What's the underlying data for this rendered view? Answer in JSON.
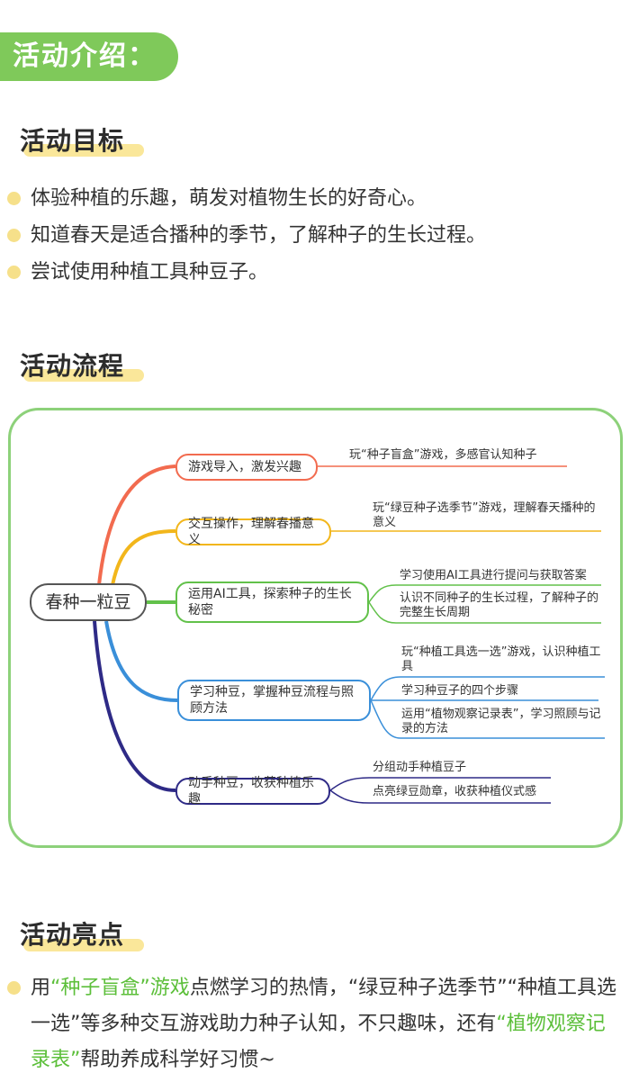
{
  "intro_tag": "活动介绍：",
  "goals": {
    "title": "活动目标",
    "items": [
      "体验种植的乐趣，萌发对植物生长的好奇心。",
      "知道春天是适合播种的季节，了解种子的生长过程。",
      "尝试使用种植工具种豆子。"
    ]
  },
  "process": {
    "title": "活动流程",
    "root": "春种一粒豆",
    "branches": [
      {
        "label": "游戏导入，激发兴趣",
        "color": "#f26b4f",
        "leaves": [
          "玩“种子盲盒”游戏，多感官认知种子"
        ]
      },
      {
        "label": "交互操作，理解春播意义",
        "color": "#f2b61b",
        "leaves": [
          "玩“绿豆种子选季节”游戏，理解春天播种的意义"
        ]
      },
      {
        "label": "运用AI工具，探索种子的生长秘密",
        "color": "#62c14a",
        "leaves": [
          "学习使用AI工具进行提问与获取答案",
          "认识不同种子的生长过程，了解种子的完整生长周期"
        ]
      },
      {
        "label": "学习种豆，掌握种豆流程与照顾方法",
        "color": "#3a8fd9",
        "leaves": [
          "玩“种植工具选一选”游戏，认识种植工具",
          "学习种豆子的四个步骤",
          "运用“植物观察记录表”，学习照顾与记录的方法"
        ]
      },
      {
        "label": "动手种豆，收获种植乐趣",
        "color": "#2e2a86",
        "leaves": [
          "分组动手种植豆子",
          "点亮绿豆勋章，收获种植仪式感"
        ]
      }
    ]
  },
  "highlights": {
    "title": "活动亮点",
    "seg1": "用",
    "seg2": "“种子盲盒”游戏",
    "seg3": "点燃学习的热情，“绿豆种子选季节”“种植工具选一选”等多种交互游戏助力种子认知，不只趣味，还有",
    "seg4": "“植物观察记录表”",
    "seg5": "帮助养成科学好习惯~"
  },
  "colors": {
    "accent": "#7fc95a",
    "title_underline": "#fae79a",
    "bullet": "#f6e08a"
  }
}
